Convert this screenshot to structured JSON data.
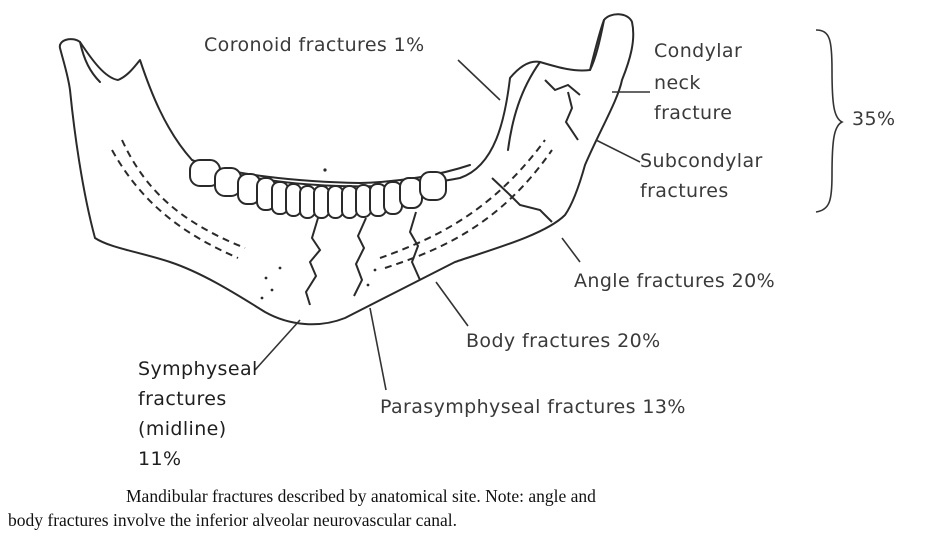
{
  "labels": {
    "coronoid": "Coronoid fractures 1%",
    "condylar_line1": "Condylar",
    "condylar_line2": "neck",
    "condylar_line3": "fracture",
    "group_percent": "35%",
    "subcondylar_line1": "Subcondylar",
    "subcondylar_line2": "fractures",
    "angle": "Angle fractures 20%",
    "body": "Body fractures 20%",
    "parasymphyseal": "Parasymphyseal fractures 13%",
    "symphyseal_line1": "Symphyseal",
    "symphyseal_line2": "fractures",
    "symphyseal_line3": "(midline)",
    "symphyseal_percent": "11%"
  },
  "caption": {
    "line1": "Mandibular fractures described by anatomical site. Note: angle and",
    "line2": "body fractures involve the inferior alveolar neurovascular canal."
  }
}
